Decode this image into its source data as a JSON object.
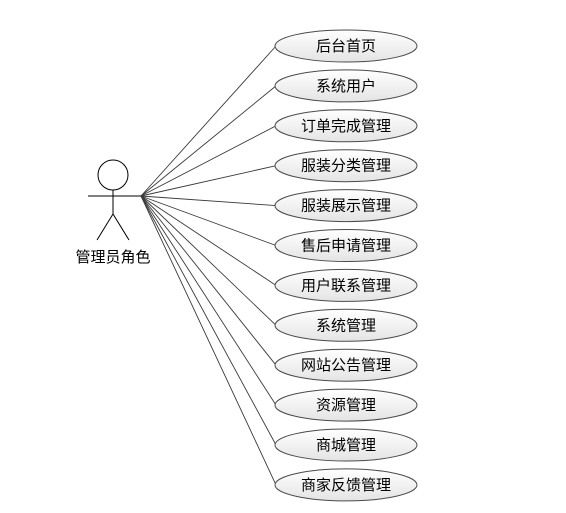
{
  "actor": {
    "label": "管理员角色"
  },
  "use_cases": [
    "后台首页",
    "系统用户",
    "订单完成管理",
    "服装分类管理",
    "服装展示管理",
    "售后申请管理",
    "用户联系管理",
    "系统管理",
    "网站公告管理",
    "资源管理",
    "商城管理",
    "商家反馈管理"
  ],
  "colors": {
    "ellipse_fill_top": "#ffffff",
    "ellipse_fill_bottom": "#e6e6e6",
    "ellipse_stroke": "#4a4a4a",
    "line": "#3a3a3a"
  }
}
